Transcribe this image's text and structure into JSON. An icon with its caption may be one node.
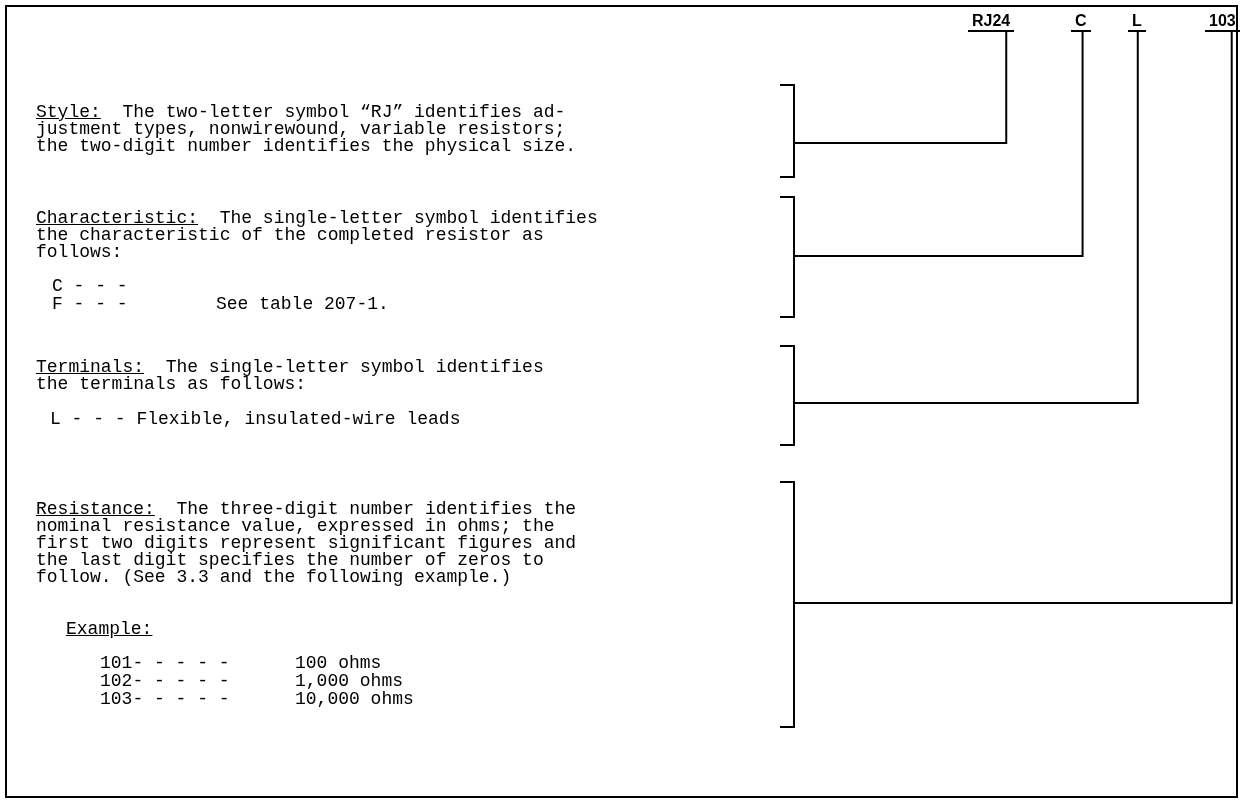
{
  "diagram": {
    "nodes": [
      {
        "text": [
          "RJ24"
        ]
      },
      {
        "text": [
          "C"
        ]
      },
      {
        "text": [
          "L"
        ]
      },
      {
        "text": [
          "103"
        ]
      },
      {
        "text": [
          "Style:",
          "The two-letter symbol “RJ” identifies ad- justment types, nonwirewound, variable resistors; the two-digit number identifies the physical size."
        ]
      },
      {
        "text": [
          "Characteristic:",
          "The single-letter symbol identifies the characteristic of the completed resistor as follows:",
          "C - - -",
          "F - - -",
          "See table 207-1."
        ]
      },
      {
        "text": [
          "Terminals:",
          "The single-letter symbol identifies the terminals as follows:",
          "L - - - Flexible, insulated-wire leads"
        ]
      },
      {
        "text": [
          "Resistance:",
          "The three-digit number identifies the nominal resistance value, expressed in ohms; the first two digits represent significant figures and the last digit specifies the number of zeros to follow. (See 3.3 and the following example.)",
          "Example:",
          "101- - - - -",
          "100 ohms",
          "102- - - - -",
          "1,000 ohms",
          "103- - - - -",
          "10,000 ohms"
        ]
      }
    ],
    "edges": [
      {
        "from": 4,
        "to": 0,
        "arrow": "none"
      },
      {
        "from": 5,
        "to": 1,
        "arrow": "none"
      },
      {
        "from": 6,
        "to": 2,
        "arrow": "none"
      },
      {
        "from": 7,
        "to": 3,
        "arrow": "none"
      }
    ]
  }
}
